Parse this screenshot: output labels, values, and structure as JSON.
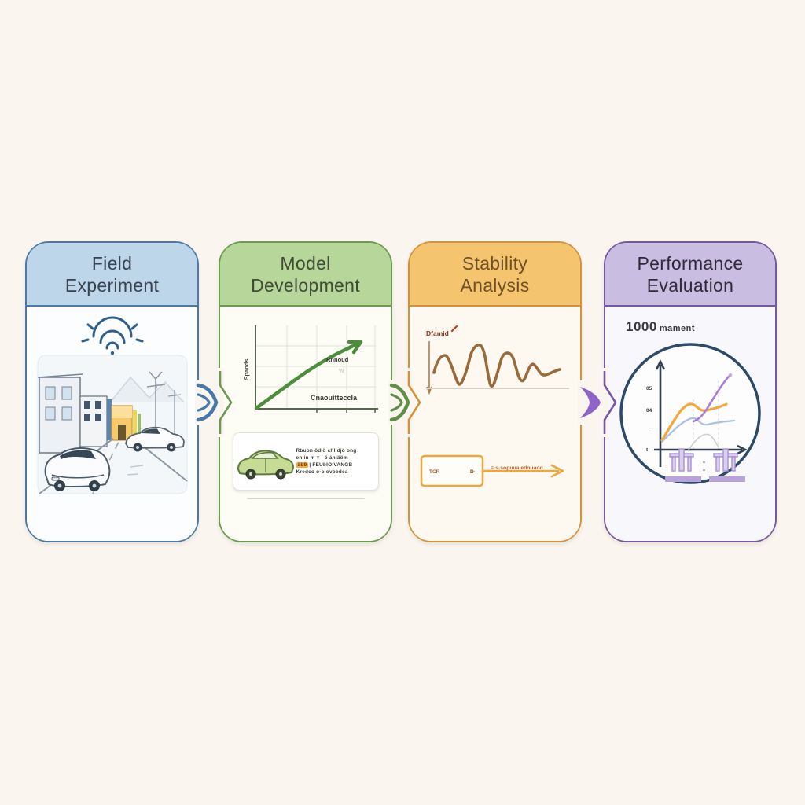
{
  "diagram": {
    "background": "#faf6ef",
    "type": "process-flow",
    "steps": [
      {
        "title_line1": "Field",
        "title_line2": "Experiment",
        "colors": {
          "header_bg": "#bed6ea",
          "border": "#4b7aa8",
          "title": "#37434f",
          "body_bg": "#fbfdfe"
        },
        "illustration": "connected-vehicle-street-scene",
        "icons": [
          "wifi-icon",
          "car-icon",
          "buildings-icon"
        ]
      },
      {
        "title_line1": "Model",
        "title_line2": "Development",
        "colors": {
          "header_bg": "#b7d699",
          "border": "#6a9b4e",
          "title": "#404a38",
          "body_bg": "#fdfdf6"
        },
        "illustration": "growth-curve-chart-and-vehicle-model-card",
        "chart_labels": {
          "y_axis": "Spaods",
          "curve_annotation": "Rnnoud",
          "curve_annotation2": "W",
          "x_axis": "Cnaouitteccla"
        },
        "model_card": {
          "lines_before": [
            "Rbuon ödlö chlldjö ong",
            "enlin m = | ö ánläöm"
          ],
          "chip": "äb9",
          "chip_line_rest": "| FEUbIOIVANGB",
          "last_line": "Kredco o·o ovoedea"
        }
      },
      {
        "title_line1": "Stability",
        "title_line2": "Analysis",
        "colors": {
          "header_bg": "#f5c46f",
          "border": "#d4923c",
          "title": "#6e5026",
          "body_bg": "#fdf9f0"
        },
        "illustration": "damped-oscillation-and-block-diagram",
        "wave_label": "Dfamid",
        "block_label": "TCF",
        "block_symbol": "D·",
        "arrow_label": "=·s·sopuua edouaod"
      },
      {
        "title_line1": "Performance",
        "title_line2": "Evaluation",
        "colors": {
          "header_bg": "#c9bde2",
          "border": "#75589f",
          "title": "#2e2c38",
          "body_bg": "#f8f7fc"
        },
        "illustration": "circular-results-chart-with-podiums",
        "metric_value": "1000",
        "metric_suffix": "mament",
        "y_ticks": [
          "05",
          "04",
          "–",
          "t–"
        ]
      }
    ],
    "connectors": [
      {
        "from": "Field Experiment",
        "to": "Model Development",
        "arrow_color": "#4878a8",
        "notch_color": "#6a9b4e"
      },
      {
        "from": "Model Development",
        "to": "Stability Analysis",
        "arrow_color": "#5d8f45",
        "notch_color": "#d4923c"
      },
      {
        "from": "Stability Analysis",
        "to": "Performance Evaluation",
        "arrow_color": "#8f63c8",
        "notch_color": "#75589f"
      }
    ]
  }
}
